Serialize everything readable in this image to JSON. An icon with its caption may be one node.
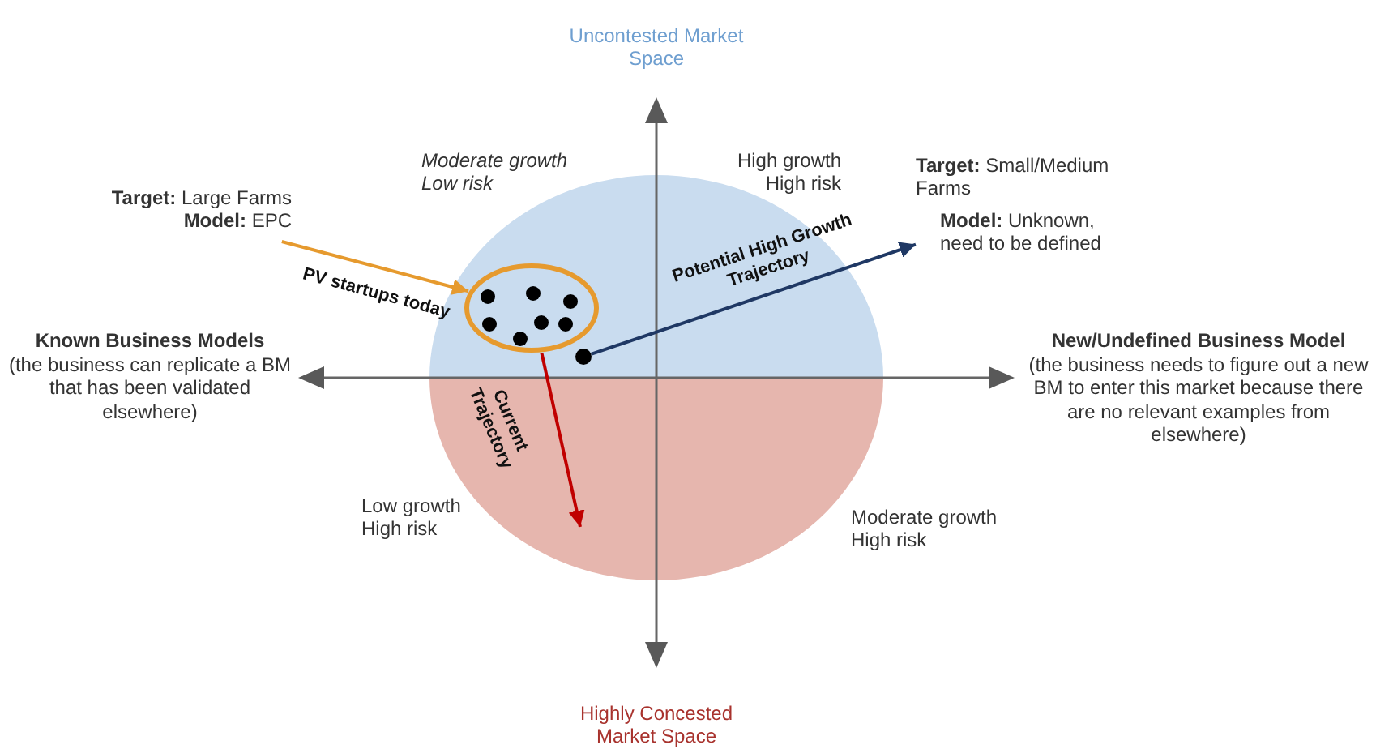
{
  "diagram": {
    "nodes": [
      {
        "text": [
          "**Target:** Large Farms",
          "**Model:** EPC"
        ]
      },
      {
        "text": [],
        "shape": "ellipse"
      },
      {
        "text": [],
        "shape": "circle"
      },
      {
        "text": [
          "**Target:** Small/Medium Farms",
          "**Model:** Unknown, need to be defined"
        ]
      }
    ],
    "edges": [
      {
        "from": 0,
        "to": 1,
        "arrow": "to",
        "label": "PV startups today",
        "color": "#e69a2e"
      },
      {
        "from": 2,
        "to": 3,
        "arrow": "to",
        "label": "Potential High Growth Trajectory",
        "color": "#1f3864"
      },
      {
        "from": 1,
        "to": null,
        "arrow": "to",
        "label": "Current Trajectory",
        "color": "#c00000"
      }
    ],
    "labels": [
      "Uncontested Market Space",
      "Moderate growth Low risk",
      "High growth High risk",
      "Known Business Models",
      "(the business can replicate a BM that has been validated elsewhere)",
      "New/Undefined Business Model",
      "(the business needs to figure out a new BM to enter this market because there are no relevant examples from elsewhere)",
      "Low growth High risk",
      "Moderate growth High risk",
      "Highly Concested Market Space"
    ]
  }
}
